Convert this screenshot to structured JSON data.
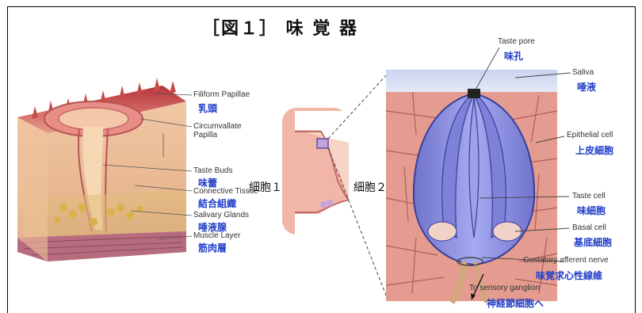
{
  "title": "［図１］ 味 覚 器",
  "tongue_labels": [
    {
      "en": "Filiform Papillae",
      "jp": "乳頭"
    },
    {
      "en": "Circumvallate\nPapilla",
      "jp": ""
    },
    {
      "en": "Taste Buds",
      "jp": "味蕾"
    },
    {
      "en": "Connective Tissue",
      "jp": "結合組織"
    },
    {
      "en": "Salivary Glands",
      "jp": "唾液腺"
    },
    {
      "en": "Muscle Layer",
      "jp": "筋肉層"
    }
  ],
  "cell_labels": {
    "cell1": "細胞１",
    "cell2": "細胞２"
  },
  "bud_labels": [
    {
      "en": "Taste pore",
      "jp": "味孔"
    },
    {
      "en": "Saliva",
      "jp": "唾液"
    },
    {
      "en": "Epithelial cell",
      "jp": "上皮細胞"
    },
    {
      "en": "Taste cell",
      "jp": "味細胞"
    },
    {
      "en": "Basal cell",
      "jp": "基底細胞"
    },
    {
      "en": "Gustatory afferent nerve",
      "jp": "味覚求心性線維"
    },
    {
      "en": "To sensory ganglion",
      "jp": "神経節細胞へ"
    }
  ],
  "colors": {
    "accent_text": "#1e3cc8",
    "tissue": "#d9787a",
    "bud": "#8a8fe0"
  }
}
